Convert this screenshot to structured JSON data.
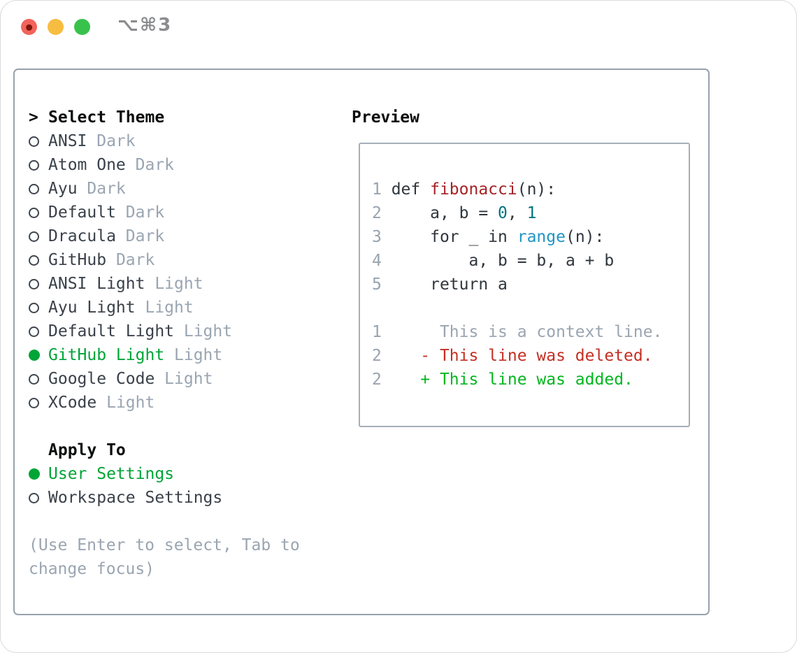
{
  "window": {
    "title": "⌥⌘3",
    "traffic_lights": [
      {
        "label": "close",
        "color": "#f2635a",
        "inner_dot": true,
        "dot_color": "#7d150b"
      },
      {
        "label": "minimize",
        "color": "#f6bd40",
        "inner_dot": false,
        "dot_color": ""
      },
      {
        "label": "zoom",
        "color": "#38c24c",
        "inner_dot": false,
        "dot_color": ""
      }
    ]
  },
  "colors": {
    "text": "#3a414a",
    "heading": "#0c0d0e",
    "muted": "#9aa5b1",
    "selected_green": "#00a437",
    "added_green": "#00b71d",
    "deleted_red": "#c42f24",
    "function_red": "#a52225",
    "number_teal": "#01737f",
    "builtin_blue": "#2095c6",
    "code": "#2f363d",
    "num": "#98a3ae",
    "panel_border": "#98a1ab",
    "preview_border": "#a7aeb7",
    "radio_outline": "#3f464e"
  },
  "theme_panel": {
    "prompt": ">",
    "title": "Select Theme",
    "themes": [
      {
        "name": "ANSI",
        "variant": "Dark",
        "selected": false
      },
      {
        "name": "Atom One",
        "variant": "Dark",
        "selected": false
      },
      {
        "name": "Ayu",
        "variant": "Dark",
        "selected": false
      },
      {
        "name": "Default",
        "variant": "Dark",
        "selected": false
      },
      {
        "name": "Dracula",
        "variant": "Dark",
        "selected": false
      },
      {
        "name": "GitHub",
        "variant": "Dark",
        "selected": false
      },
      {
        "name": "ANSI Light",
        "variant": "Light",
        "selected": false
      },
      {
        "name": "Ayu Light",
        "variant": "Light",
        "selected": false
      },
      {
        "name": "Default Light",
        "variant": "Light",
        "selected": false
      },
      {
        "name": "GitHub Light",
        "variant": "Light",
        "selected": true
      },
      {
        "name": "Google Code",
        "variant": "Light",
        "selected": false
      },
      {
        "name": "XCode",
        "variant": "Light",
        "selected": false
      }
    ],
    "apply_to": {
      "title": "Apply To",
      "options": [
        {
          "name": "User Settings",
          "selected": true
        },
        {
          "name": "Workspace Settings",
          "selected": false
        }
      ]
    },
    "hint_lines": [
      "(Use Enter to select, Tab to",
      "change focus)"
    ]
  },
  "preview": {
    "title": "Preview",
    "lines": [
      {
        "name": "code-line-1",
        "segments": [
          {
            "t": "1 ",
            "c": "num"
          },
          {
            "t": "def ",
            "c": "code"
          },
          {
            "t": "fibonacci",
            "c": "function_red"
          },
          {
            "t": "(n):",
            "c": "code"
          }
        ]
      },
      {
        "name": "code-line-2",
        "segments": [
          {
            "t": "2 ",
            "c": "num"
          },
          {
            "t": "    a, b = ",
            "c": "code"
          },
          {
            "t": "0",
            "c": "number_teal"
          },
          {
            "t": ", ",
            "c": "code"
          },
          {
            "t": "1",
            "c": "number_teal"
          }
        ]
      },
      {
        "name": "code-line-3",
        "segments": [
          {
            "t": "3 ",
            "c": "num"
          },
          {
            "t": "    for _ in ",
            "c": "code"
          },
          {
            "t": "range",
            "c": "builtin_blue"
          },
          {
            "t": "(n):",
            "c": "code"
          }
        ]
      },
      {
        "name": "code-line-4",
        "segments": [
          {
            "t": "4 ",
            "c": "num"
          },
          {
            "t": "        a, b = b, a + b",
            "c": "code"
          }
        ]
      },
      {
        "name": "code-line-5",
        "segments": [
          {
            "t": "5 ",
            "c": "num"
          },
          {
            "t": "    return a",
            "c": "code"
          }
        ]
      },
      {
        "name": "blank-line",
        "segments": []
      },
      {
        "name": "diff-context-line",
        "segments": [
          {
            "t": "1",
            "c": "num"
          },
          {
            "t": "      This is a context line.",
            "c": "muted"
          }
        ]
      },
      {
        "name": "diff-deleted-line",
        "segments": [
          {
            "t": "2",
            "c": "num"
          },
          {
            "t": "    - This line was deleted.",
            "c": "deleted_red"
          }
        ]
      },
      {
        "name": "diff-added-line",
        "segments": [
          {
            "t": "2",
            "c": "num"
          },
          {
            "t": "    + This line was added.",
            "c": "added_green"
          }
        ]
      }
    ]
  }
}
